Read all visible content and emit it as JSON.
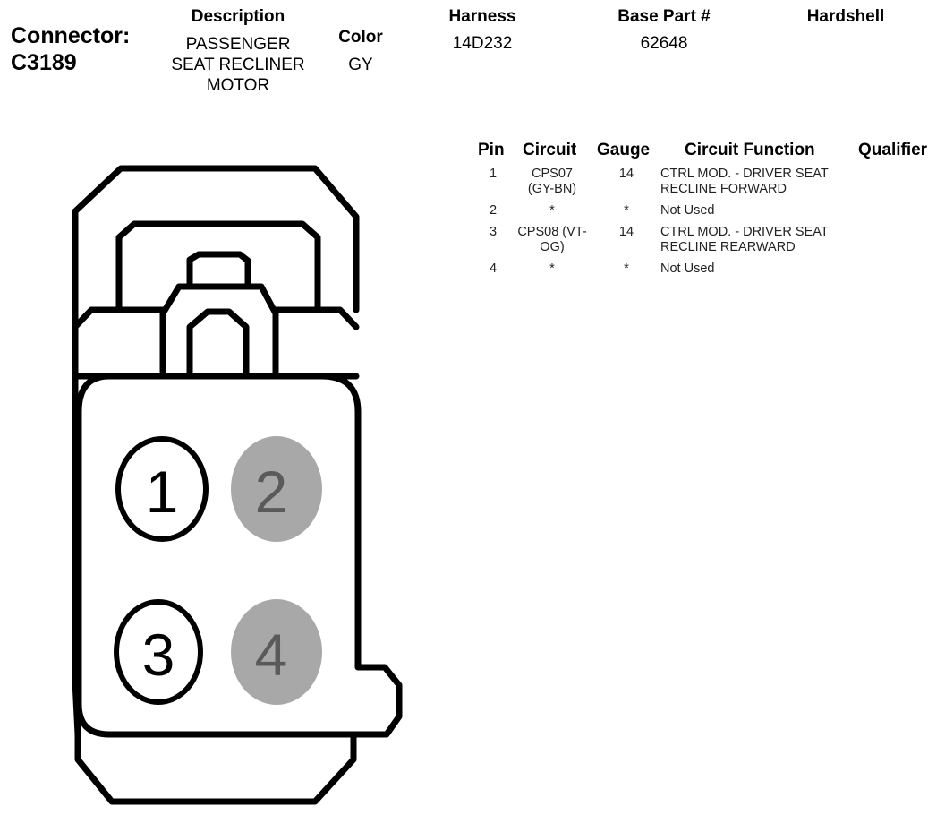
{
  "connector": {
    "label": "Connector:",
    "id": "C3189"
  },
  "header": {
    "description_label": "Description",
    "description_lines": [
      "PASSENGER",
      "SEAT RECLINER",
      "MOTOR"
    ],
    "color_label": "Color",
    "color_value": "GY",
    "harness_label": "Harness",
    "harness_value": "14D232",
    "base_part_label": "Base Part #",
    "base_part_value": "62648",
    "hardshell_label": "Hardshell"
  },
  "table": {
    "columns": [
      "Pin",
      "Circuit",
      "Gauge",
      "Circuit Function",
      "Qualifier"
    ],
    "rows": [
      {
        "pin": "1",
        "circuit": [
          "CPS07",
          "(GY-BN)"
        ],
        "gauge": "14",
        "function": [
          "CTRL MOD. - DRIVER SEAT",
          "RECLINE FORWARD"
        ]
      },
      {
        "pin": "2",
        "circuit": [
          "*"
        ],
        "gauge": "*",
        "function": [
          "Not Used"
        ]
      },
      {
        "pin": "3",
        "circuit": [
          "CPS08 (VT-",
          "OG)"
        ],
        "gauge": "14",
        "function": [
          "CTRL MOD. - DRIVER SEAT",
          "RECLINE REARWARD"
        ]
      },
      {
        "pin": "4",
        "circuit": [
          "*"
        ],
        "gauge": "*",
        "function": [
          "Not Used"
        ]
      }
    ]
  },
  "diagram": {
    "pins": [
      {
        "label": "1",
        "used": true
      },
      {
        "label": "2",
        "used": false
      },
      {
        "label": "3",
        "used": true
      },
      {
        "label": "4",
        "used": false
      }
    ],
    "colors": {
      "outline": "#000000",
      "unused_fill": "#a8a8a8",
      "unused_text": "#5a5a5a",
      "used_fill": "#ffffff"
    }
  }
}
